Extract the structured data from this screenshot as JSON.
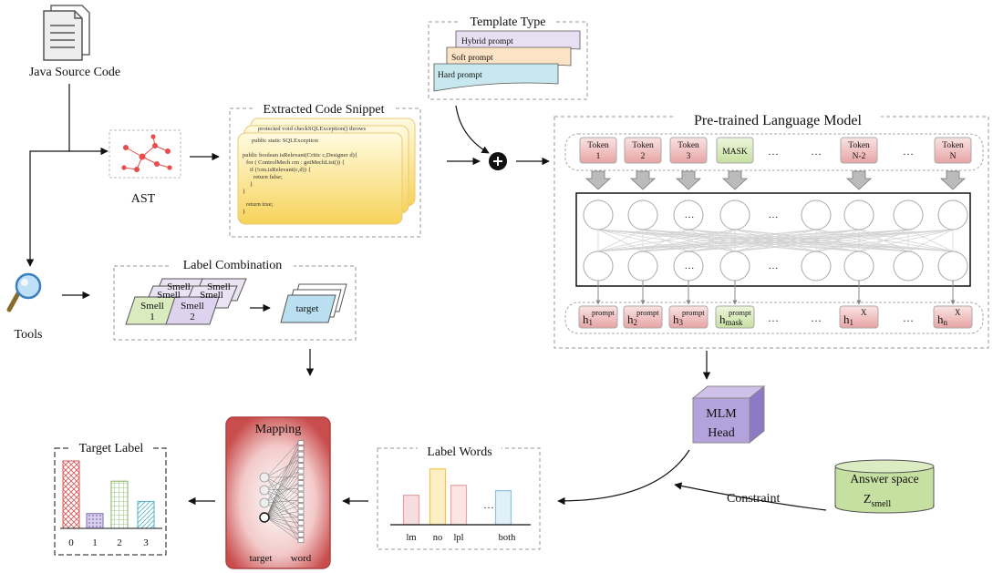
{
  "source": {
    "label": "Java Source Code"
  },
  "ast": {
    "label": "AST"
  },
  "code_snippet": {
    "title": "Extracted Code Snippet",
    "lines": [
      "protected void checkSQLException() throws",
      "public static SQLException",
      "public boolean isRelevant(Critic c,Designer d){",
      "for ( ControlMech cm : getMechList()) {",
      "if (!cm.isRelevant(c,d)) {",
      "return false;",
      "}",
      "}",
      "return true;",
      "}"
    ]
  },
  "template": {
    "title": "Template Type",
    "prompts": [
      "Hybrid prompt",
      "Soft prompt",
      "Hard prompt"
    ]
  },
  "plm": {
    "title": "Pre-trained Language Model",
    "tokens": [
      {
        "line1": "Token",
        "line2": "1",
        "type": "token"
      },
      {
        "line1": "Token",
        "line2": "2",
        "type": "token"
      },
      {
        "line1": "Token",
        "line2": "3",
        "type": "token"
      },
      {
        "line1": "MASK",
        "line2": "",
        "type": "mask"
      },
      {
        "line1": "…",
        "line2": "",
        "type": "ellipsis"
      },
      {
        "line1": "…",
        "line2": "",
        "type": "ellipsis"
      },
      {
        "line1": "Token",
        "line2": "N-2",
        "type": "token"
      },
      {
        "line1": "…",
        "line2": "",
        "type": "ellipsis"
      },
      {
        "line1": "Token",
        "line2": "N",
        "type": "token"
      }
    ],
    "hidden": [
      {
        "base": "h",
        "sub": "1",
        "sup": "prompt",
        "type": "token"
      },
      {
        "base": "h",
        "sub": "2",
        "sup": "prompt",
        "type": "token"
      },
      {
        "base": "h",
        "sub": "3",
        "sup": "prompt",
        "type": "token"
      },
      {
        "base": "h",
        "sub": "mask",
        "sup": "prompt",
        "type": "mask"
      },
      {
        "base": "…",
        "sub": "",
        "sup": "",
        "type": "ellipsis"
      },
      {
        "base": "…",
        "sub": "",
        "sup": "",
        "type": "ellipsis"
      },
      {
        "base": "h",
        "sub": "1",
        "sup": "X",
        "type": "token"
      },
      {
        "base": "…",
        "sub": "",
        "sup": "",
        "type": "ellipsis"
      },
      {
        "base": "h",
        "sub": "n",
        "sup": "X",
        "type": "token"
      }
    ],
    "network_ellipsis": "…"
  },
  "mlm_head": {
    "line1": "MLM",
    "line2": "Head"
  },
  "answer_space": {
    "label": "Answer space",
    "symbol": "Z",
    "subscript": "smell"
  },
  "flow": {
    "constraint": "Constraint"
  },
  "tools": {
    "label": "Tools"
  },
  "label_combination": {
    "title": "Label Combination",
    "back_card": "Smell",
    "card1_name": "Smell",
    "card1_number": "1",
    "card2_name": "Smell",
    "card2_number": "2",
    "target": "target"
  },
  "label_words": {
    "title": "Label Words",
    "ellipsis": "…",
    "bars": [
      {
        "label": "lm",
        "value": 0.45,
        "color": "#e7a4a4",
        "fill": "#f7dede"
      },
      {
        "label": "no",
        "value": 0.85,
        "color": "#f2c24f",
        "fill": "#fdefc4"
      },
      {
        "label": "lpl",
        "value": 0.6,
        "color": "#e7a4a4",
        "fill": "#fbe5e5"
      },
      {
        "label": "both",
        "value": 0.52,
        "color": "#8fc3dd",
        "fill": "#dff0f8"
      }
    ]
  },
  "mapping": {
    "title": "Mapping",
    "target": "target",
    "word": "word"
  },
  "target_label": {
    "title": "Target Label",
    "bars": [
      {
        "label": "0",
        "value": 1.0,
        "color": "#d9534f",
        "pattern": "hatchX"
      },
      {
        "label": "1",
        "value": 0.22,
        "color": "#7d6bb5",
        "pattern": "hatchDots"
      },
      {
        "label": "2",
        "value": 0.7,
        "color": "#7bb55a",
        "pattern": "hatchGrid"
      },
      {
        "label": "3",
        "value": 0.4,
        "color": "#4fb3c8",
        "pattern": "hatchDiag"
      }
    ]
  }
}
